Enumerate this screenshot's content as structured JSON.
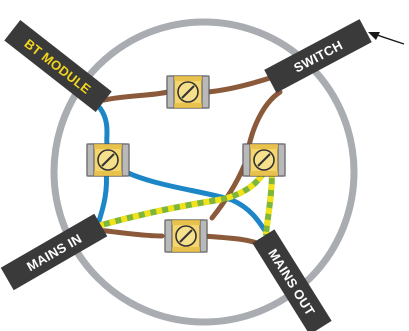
{
  "labels": {
    "bt_module": "BT MODULE",
    "switch": "SWITCH",
    "mains_in": "MAINS IN",
    "mains_out": "MAINS OUT"
  },
  "colors": {
    "ring": "#a9acb0",
    "tag_fill": "#3a3a3a",
    "bt_text": "#f2d51c",
    "tag_text": "#ffffff",
    "brown_wire": "#8a5a3b",
    "blue_wire": "#1c86c6",
    "earth_green": "#7fb539",
    "earth_yellow": "#f2e21c",
    "terminal_body": "#f5d56e",
    "terminal_end": "#b9b9b9",
    "arrow": "#1a1a1a"
  },
  "icons": {
    "terminal": "terminal-block-icon",
    "arrow": "arrow-pointer-icon"
  }
}
